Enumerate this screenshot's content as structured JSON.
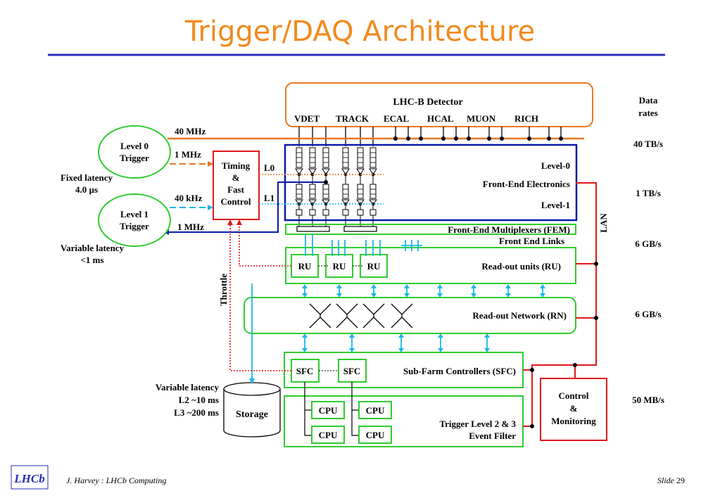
{
  "slide": {
    "title": "Trigger/DAQ Architecture",
    "footer_left": "J. Harvey : LHCb Computing",
    "footer_slide_label": "Slide",
    "footer_slide_number": "29",
    "logo_text": "LHCb"
  },
  "detector": {
    "title": "LHC-B Detector",
    "subdetectors": [
      "VDET",
      "TRACK",
      "ECAL",
      "HCAL",
      "MUON",
      "RICH"
    ]
  },
  "triggers": {
    "level0": "Level 0\nTrigger",
    "level1": "Level 1\nTrigger",
    "fixed_latency": "Fixed latency\n4.0 µs",
    "variable_latency": "Variable latency\n<1 ms",
    "timing": "Timing\n&\nFast\nControl",
    "l0": "L0",
    "l1": "L1",
    "rate_40mhz": "40 MHz",
    "rate_1mhz_top": "1 MHz",
    "rate_40khz": "40 kHz",
    "rate_1mhz_bottom": "1 MHz"
  },
  "fee": {
    "level0": "Level-0",
    "front_end_electronics": "Front-End Electronics",
    "level1": "Level-1",
    "fem": "Front-End Multiplexers (FEM)",
    "front_end_links": "Front End Links"
  },
  "readout": {
    "ru": "RU",
    "ru_label": "Read-out units (RU)",
    "rn_label": "Read-out Network (RN)",
    "throttle": "Throttle"
  },
  "farm": {
    "sfc": "SFC",
    "sfc_label": "Sub-Farm Controllers (SFC)",
    "cpu": "CPU",
    "trigger_label": "Trigger Level 2 & 3\nEvent Filter",
    "storage": "Storage",
    "storage_latency": "Variable latency\nL2 ~10 ms\nL3 ~200 ms",
    "control": "Control\n&\nMonitoring",
    "lan": "LAN"
  },
  "data_rates": {
    "header": "Data\nrates",
    "values": [
      "40 TB/s",
      "1 TB/s",
      "6 GB/s",
      "6 GB/s",
      "50 MB/s"
    ]
  },
  "colors": {
    "title": "#f28a1e",
    "orange": "#e87722",
    "green": "#2fcc2f",
    "navy": "#0a1aa8",
    "red": "#e01818",
    "cyan": "#19b6e8"
  }
}
